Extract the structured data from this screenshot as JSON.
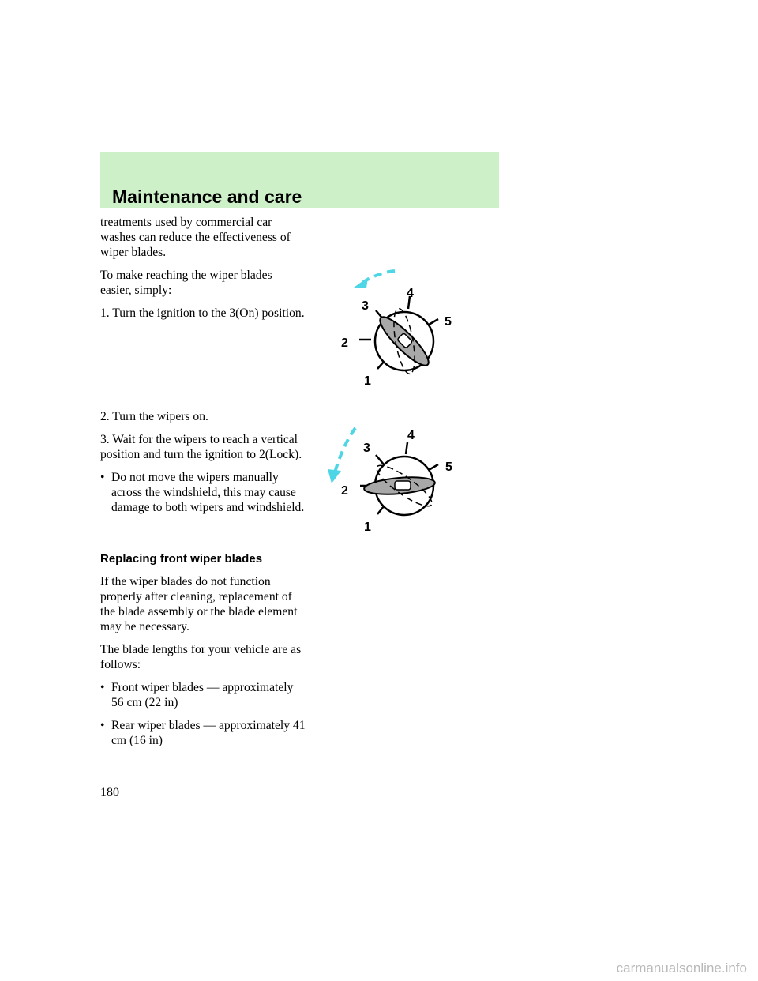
{
  "header": {
    "title": "Maintenance and care"
  },
  "body": {
    "p1": "treatments used by commercial car washes can reduce the effectiveness of wiper blades.",
    "p2": "To make reaching the wiper blades easier, simply:",
    "step1": "1. Turn the ignition to the 3(On) position.",
    "step2": "2. Turn the wipers on.",
    "step3": "3. Wait for the wipers to reach a vertical position and turn the ignition to 2(Lock).",
    "warning_bullet": "Do not move the wipers manually across the windshield, this may cause damage to both wipers and windshield.",
    "bullet_char": "•"
  },
  "section": {
    "heading": "Replacing front wiper blades",
    "p1": "If the wiper blades do not function properly after cleaning, replacement of the blade assembly or the blade element may be necessary.",
    "p2": "The blade lengths for your vehicle are as follows:",
    "bullets": [
      "Front wiper blades — approximately 56 cm (22 in)",
      "Rear wiper blades — approximately 41 cm (16 in)"
    ]
  },
  "diagrams": {
    "top": {
      "labels": [
        "1",
        "2",
        "3",
        "4",
        "5"
      ]
    },
    "bottom": {
      "labels": [
        "1",
        "2",
        "3",
        "4",
        "5"
      ]
    },
    "arrow_color": "#4fd6e6",
    "key_fill": "#a8a8a8"
  },
  "footer": {
    "page_number": "180",
    "watermark": "carmanualsonline.info"
  }
}
